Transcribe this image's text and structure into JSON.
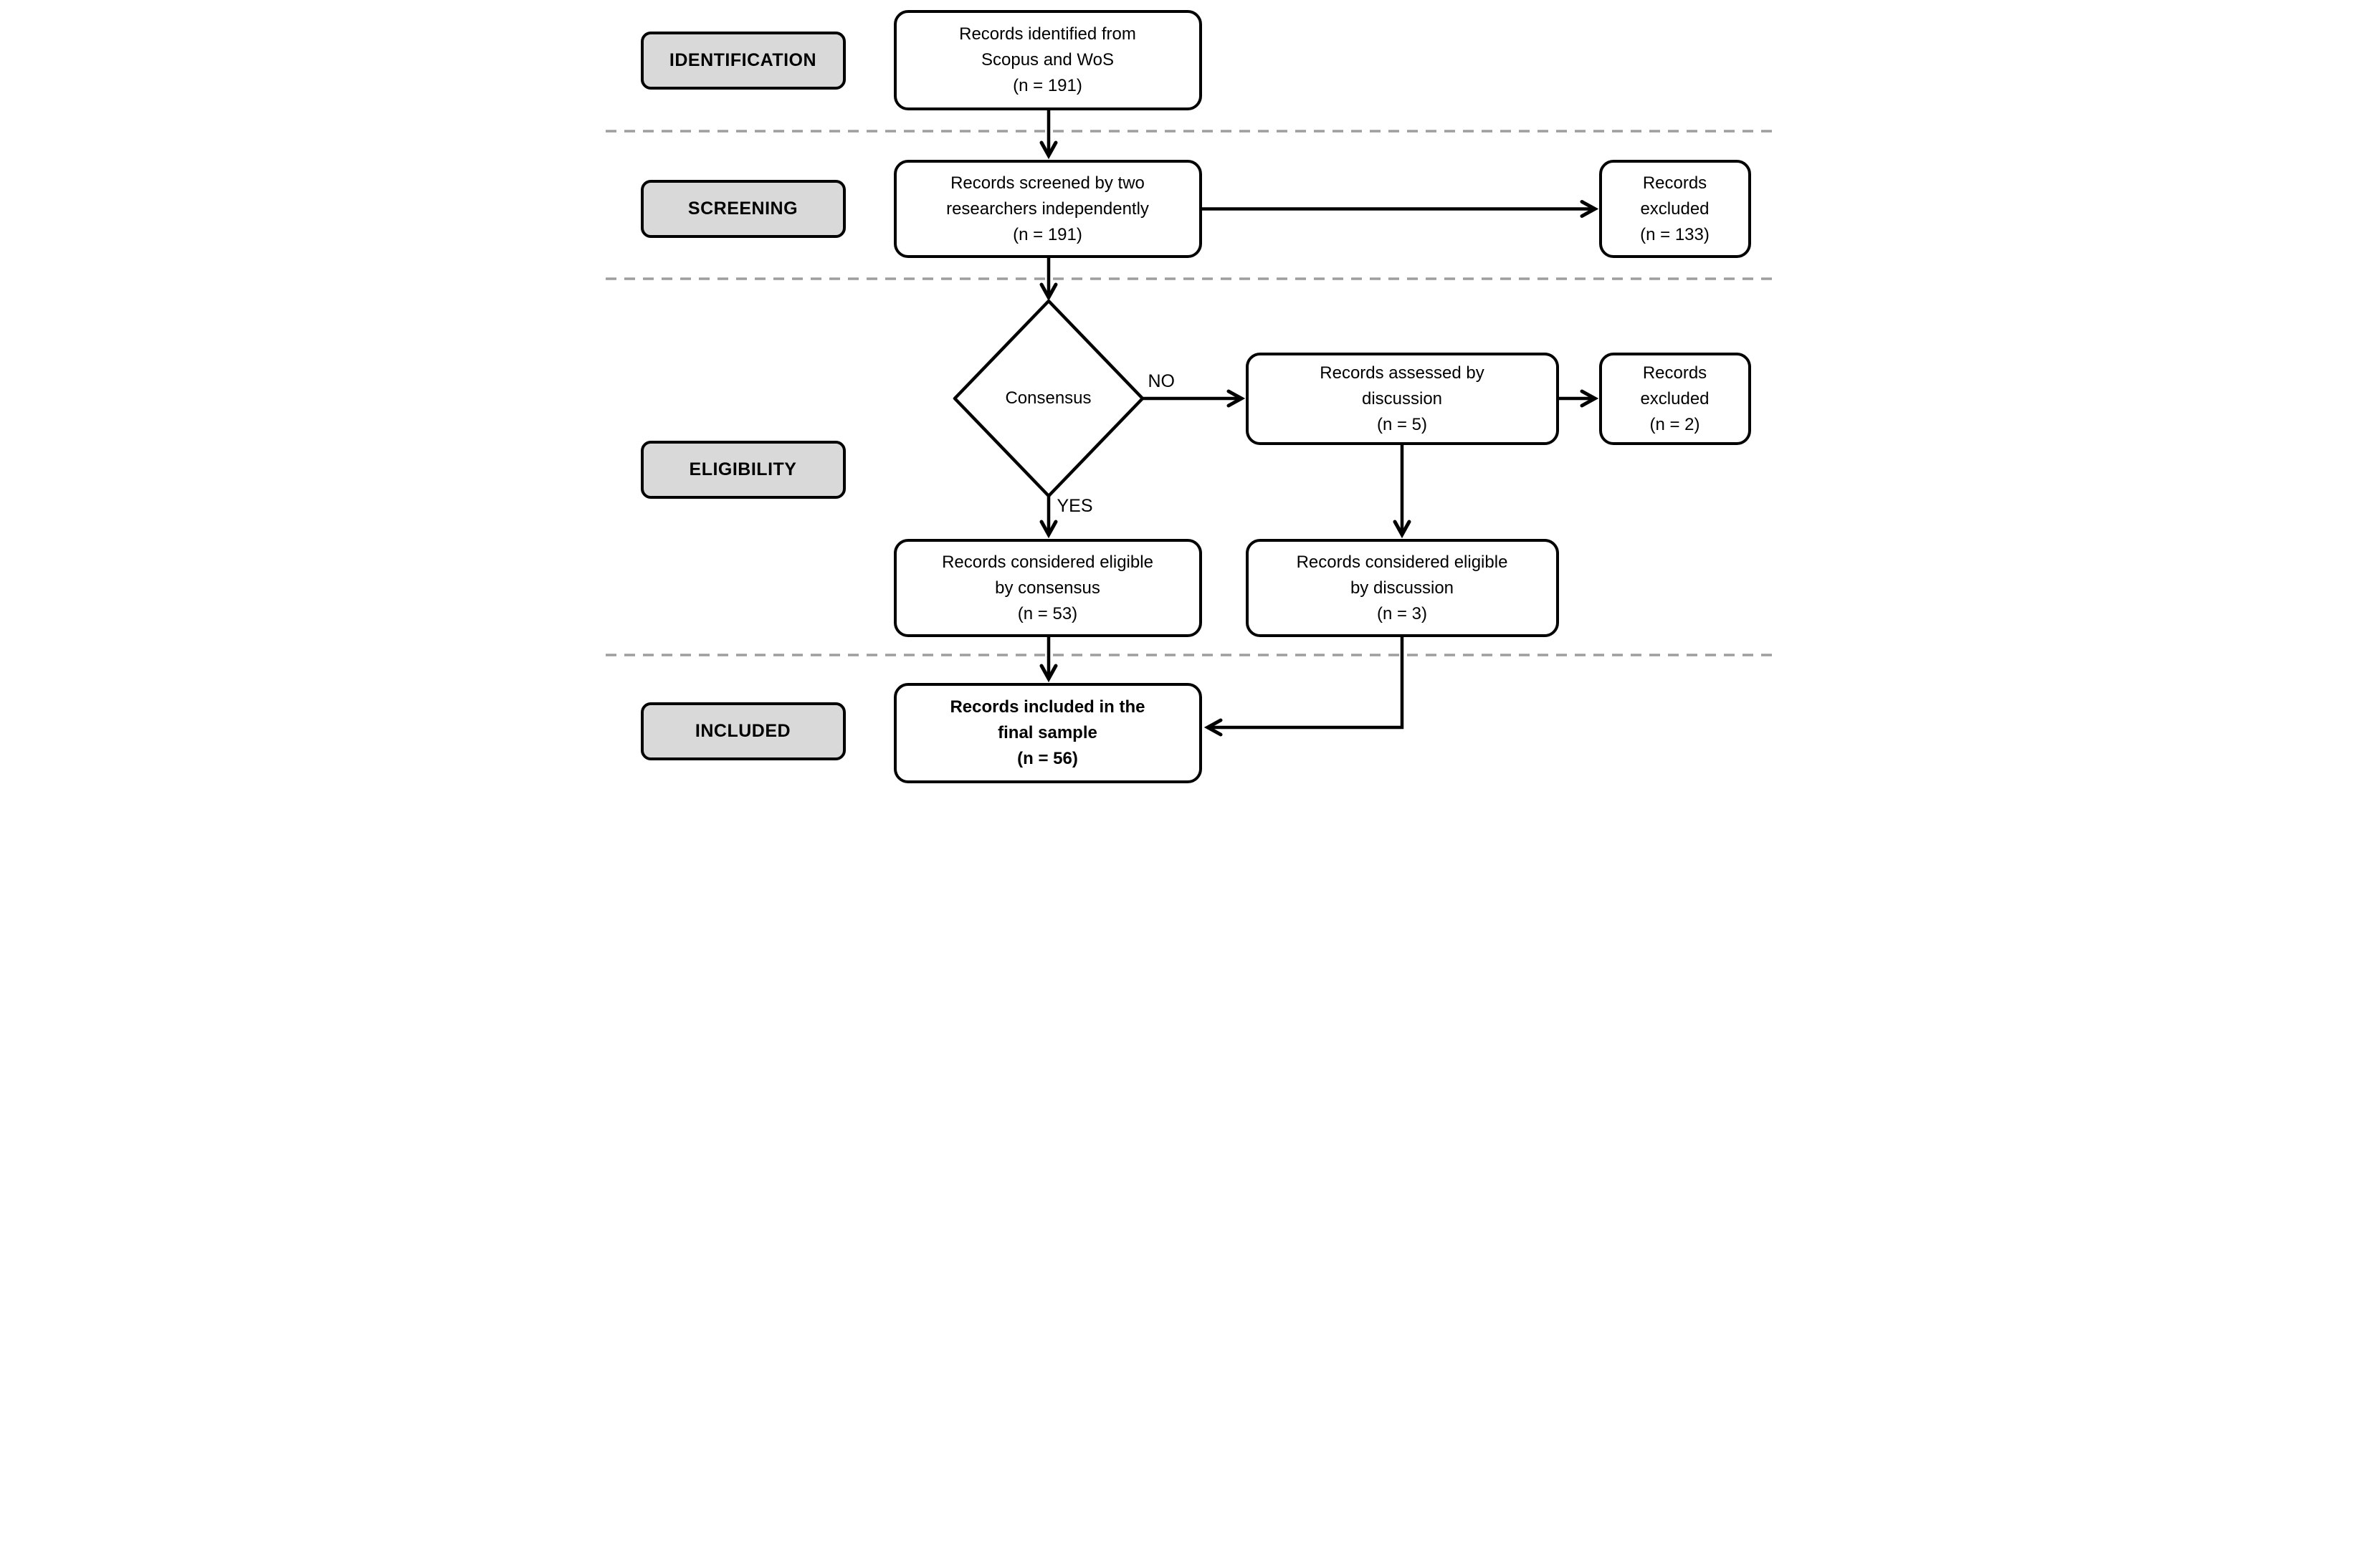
{
  "stages": [
    {
      "id": "identification",
      "label": "IDENTIFICATION"
    },
    {
      "id": "screening",
      "label": "SCREENING"
    },
    {
      "id": "eligibility",
      "label": "ELIGIBILITY"
    },
    {
      "id": "included",
      "label": "INCLUDED"
    }
  ],
  "boxes": {
    "identified": {
      "lines": [
        "Records identified from",
        "Scopus and WoS"
      ],
      "count": "(n = 191)"
    },
    "screened": {
      "lines": [
        "Records screened by two",
        "researchers independently"
      ],
      "count": "(n = 191)"
    },
    "excluded_screening": {
      "lines": [
        "Records",
        "excluded"
      ],
      "count": "(n = 133)"
    },
    "consensus": {
      "label": "Consensus"
    },
    "assessed": {
      "lines": [
        "Records assessed by",
        "discussion"
      ],
      "count": "(n = 5)"
    },
    "excluded_discussion": {
      "lines": [
        "Records",
        "excluded"
      ],
      "count": "(n = 2)"
    },
    "eligible_consensus": {
      "lines": [
        "Records considered eligible",
        "by consensus"
      ],
      "count": "(n = 53)"
    },
    "eligible_discussion": {
      "lines": [
        "Records considered eligible",
        "by discussion"
      ],
      "count": "(n = 3)"
    },
    "included_final": {
      "lines": [
        "Records included in the",
        "final sample"
      ],
      "count": "(n = 56)"
    }
  },
  "edge_labels": {
    "no": "NO",
    "yes": "YES"
  },
  "colors": {
    "stage_fill": "#d9d9d9",
    "box_fill": "#ffffff",
    "stroke": "#000000",
    "dashed_separator": "#9e9e9e"
  }
}
